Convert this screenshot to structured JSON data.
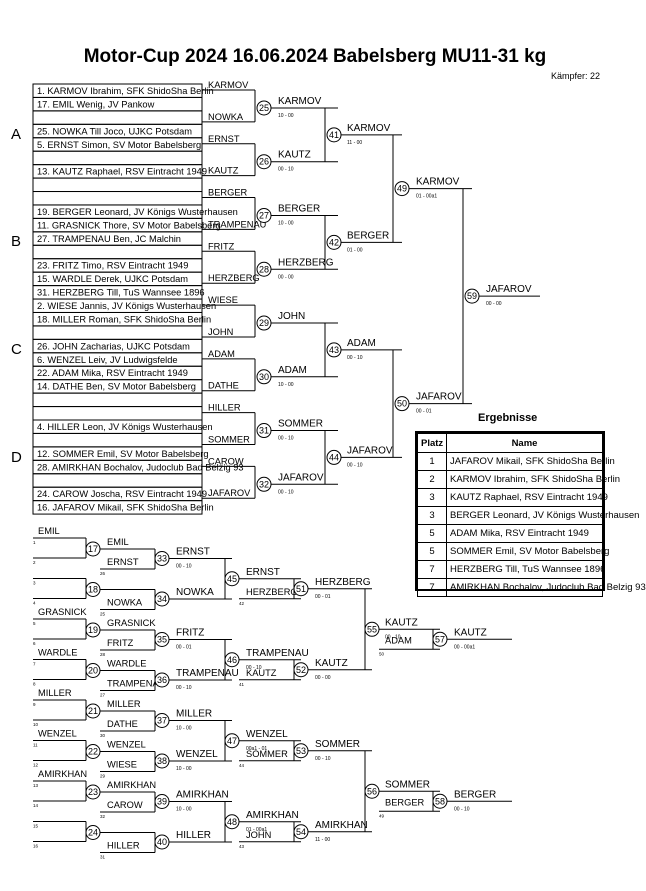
{
  "title": "Motor-Cup 2024  16.06.2024  Babelsberg   MU11-31 kg",
  "fighters_label": "Kämpfer: 22",
  "groups": [
    "A",
    "B",
    "C",
    "D"
  ],
  "seeds": [
    "1. KARMOV  Ibrahim, SFK ShidoSha Berlin",
    "17. EMIL Wenig, JV Pankow",
    "",
    "25. NOWKA Till Joco, UJKC Potsdam",
    "5. ERNST Simon, SV Motor Babelsberg",
    "",
    "13. KAUTZ Raphael, RSV Eintracht 1949",
    "",
    "",
    "19. BERGER Leonard, JV Königs Wusterhausen",
    "11. GRASNICK Thore, SV Motor Babelsberg",
    "27. TRAMPENAU Ben, JC Malchin",
    "",
    "23. FRITZ Timo, RSV Eintracht 1949",
    "15. WARDLE Derek, UJKC Potsdam",
    "31. HERZBERG Till, TuS Wannsee 1896",
    "2. WIESE Jannis, JV Königs Wusterhausen",
    "18. MILLER Roman, SFK ShidoSha Berlin",
    "",
    "26. JOHN Zacharias, UJKC Potsdam",
    "6. WENZEL Leiv, JV Ludwigsfelde",
    "22. ADAM Mika, RSV Eintracht 1949",
    "14. DATHE Ben, SV Motor Babelsberg",
    "",
    "",
    "4. HILLER Leon, JV Königs Wusterhausen",
    "",
    "12. SOMMER Emil, SV Motor Babelsberg",
    "28. AMIRKHAN Bochalov, Judoclub Bad Belzig 93",
    "",
    "24. CAROW Joscha, RSV Eintracht 1949",
    "16. JAFAROV Mikail, SFK ShidoSha Berlin"
  ],
  "main": {
    "r1": [
      {
        "n": "25",
        "top": "KARMOV",
        "bot": "NOWKA",
        "win": "KARMOV",
        "score": "10 - 00"
      },
      {
        "n": "26",
        "top": "ERNST",
        "bot": "KAUTZ",
        "win": "KAUTZ",
        "score": "00 - 10"
      },
      {
        "n": "27",
        "top": "BERGER",
        "bot": "TRAMPENAU",
        "win": "BERGER",
        "score": "10 - 00"
      },
      {
        "n": "28",
        "top": "FRITZ",
        "bot": "HERZBERG",
        "win": "HERZBERG",
        "score": "00 - 00"
      },
      {
        "n": "29",
        "top": "WIESE",
        "bot": "JOHN",
        "win": "JOHN",
        "score": ""
      },
      {
        "n": "30",
        "top": "ADAM",
        "bot": "DATHE",
        "win": "ADAM",
        "score": "10 - 00"
      },
      {
        "n": "31",
        "top": "HILLER",
        "bot": "SOMMER",
        "win": "SOMMER",
        "score": "00 - 10"
      },
      {
        "n": "32",
        "top": "CAROW",
        "bot": "JAFAROV",
        "win": "JAFAROV",
        "score": "00 - 10"
      }
    ],
    "r2": [
      {
        "n": "41",
        "win": "KARMOV",
        "score": "11 - 00"
      },
      {
        "n": "42",
        "win": "BERGER",
        "score": "01 - 00"
      },
      {
        "n": "43",
        "win": "ADAM",
        "score": "00 - 10"
      },
      {
        "n": "44",
        "win": "JAFAROV",
        "score": "00 - 10"
      }
    ],
    "r3": [
      {
        "n": "49",
        "win": "KARMOV",
        "score": "01 - 00a1"
      },
      {
        "n": "50",
        "win": "JAFAROV",
        "score": "00 - 01"
      }
    ],
    "final": {
      "n": "59",
      "win": "JAFAROV",
      "score": "00 - 00"
    }
  },
  "rep": [
    {
      "n": "17",
      "top": "EMIL",
      "bot": "",
      "win": "EMIL",
      "seeds": [
        "1",
        "2"
      ],
      "score": "",
      "sub": ""
    },
    {
      "n": "18",
      "top": "",
      "bot": "",
      "win": "",
      "seeds": [
        "3",
        "4"
      ],
      "score": "",
      "sub": ""
    },
    {
      "n": "19",
      "top": "GRASNICK",
      "bot": "",
      "win": "GRASNICK",
      "seeds": [
        "5",
        "6"
      ],
      "score": "",
      "sub": ""
    },
    {
      "n": "20",
      "top": "WARDLE",
      "bot": "",
      "win": "WARDLE",
      "seeds": [
        "7",
        "8"
      ],
      "score": "",
      "sub": ""
    },
    {
      "n": "21",
      "top": "MILLER",
      "bot": "",
      "win": "MILLER",
      "seeds": [
        "9",
        "10"
      ],
      "score": "",
      "sub": ""
    },
    {
      "n": "22",
      "top": "WENZEL",
      "bot": "",
      "win": "WENZEL",
      "seeds": [
        "11",
        "12"
      ],
      "score": "",
      "sub": ""
    },
    {
      "n": "23",
      "top": "AMIRKHAN",
      "bot": "",
      "win": "AMIRKHAN",
      "seeds": [
        "13",
        "14"
      ],
      "score": "",
      "sub": ""
    },
    {
      "n": "24",
      "top": "",
      "bot": "",
      "win": "",
      "seeds": [
        "15",
        "16"
      ],
      "score": "",
      "sub": ""
    },
    {
      "n": "33",
      "top": "EMIL",
      "bot": "ERNST",
      "win": "ERNST",
      "score": "00 - 10",
      "sub": "26"
    },
    {
      "n": "34",
      "top": "",
      "bot": "NOWKA",
      "win": "NOWKA",
      "score": "",
      "sub": "25"
    },
    {
      "n": "35",
      "top": "GRASNICK",
      "bot": "FRITZ",
      "win": "FRITZ",
      "score": "00 - 01",
      "sub": "28"
    },
    {
      "n": "36",
      "top": "WARDLE",
      "bot": "TRAMPENAU",
      "win": "TRAMPENAU",
      "score": "00 - 10",
      "sub": "27"
    },
    {
      "n": "37",
      "top": "MILLER",
      "bot": "DATHE",
      "win": "MILLER",
      "score": "10 - 00",
      "sub": "30"
    },
    {
      "n": "38",
      "top": "WENZEL",
      "bot": "WIESE",
      "win": "WENZEL",
      "score": "10 - 00",
      "sub": "29"
    },
    {
      "n": "39",
      "top": "AMIRKHAN",
      "bot": "CAROW",
      "win": "AMIRKHAN",
      "score": "10 - 00",
      "sub": "32"
    },
    {
      "n": "40",
      "top": "",
      "bot": "HILLER",
      "win": "HILLER",
      "score": "",
      "sub": "31"
    },
    {
      "n": "45",
      "top": "ERNST",
      "bot": "HERZBERG",
      "win": "ERNST",
      "score": "",
      "sub": "42"
    },
    {
      "n": "46",
      "top": "FRITZ",
      "bot": "KAUTZ",
      "win": "TRAMPENAU",
      "score": "00 - 10",
      "sub": "41"
    },
    {
      "n": "47",
      "top": "MILLER",
      "bot": "SOMMER",
      "win": "WENZEL",
      "score": "00a1 - 01",
      "sub": "44"
    },
    {
      "n": "48",
      "top": "AMIRKHAN",
      "bot": "JOHN",
      "win": "AMIRKHAN",
      "score": "01 - 00a1",
      "sub": "43"
    },
    {
      "n": "51",
      "win": "HERZBERG",
      "score": "00 - 01"
    },
    {
      "n": "52",
      "win": "KAUTZ",
      "score": "00 - 00"
    },
    {
      "n": "53",
      "win": "SOMMER",
      "score": "00 - 10"
    },
    {
      "n": "54",
      "win": "AMIRKHAN",
      "score": "11 - 00"
    },
    {
      "n": "55",
      "win": "KAUTZ",
      "bot": "ADAM",
      "score": "00 - 10",
      "sub": "50"
    },
    {
      "n": "56",
      "win": "SOMMER",
      "bot": "BERGER",
      "score": "",
      "sub": "49"
    },
    {
      "n": "57",
      "win": "KAUTZ",
      "score": "00 - 00a1"
    },
    {
      "n": "58",
      "win": "BERGER",
      "score": "00 - 10"
    }
  ],
  "results": {
    "title": "Ergebnisse",
    "col_place": "Platz",
    "col_name": "Name",
    "rows": [
      {
        "place": "1",
        "name": "JAFAROV Mikail, SFK ShidoSha Berlin"
      },
      {
        "place": "2",
        "name": "KARMOV  Ibrahim, SFK ShidoSha Berlin"
      },
      {
        "place": "3",
        "name": "KAUTZ Raphael, RSV Eintracht 1949"
      },
      {
        "place": "3",
        "name": "BERGER Leonard, JV Königs Wusterhausen"
      },
      {
        "place": "5",
        "name": "ADAM Mika, RSV Eintracht 1949"
      },
      {
        "place": "5",
        "name": "SOMMER Emil, SV Motor Babelsberg"
      },
      {
        "place": "7",
        "name": "HERZBERG Till, TuS Wannsee 1896"
      },
      {
        "place": "7",
        "name": "AMIRKHAN Bochalov, Judoclub Bad Belzig 93"
      }
    ]
  }
}
